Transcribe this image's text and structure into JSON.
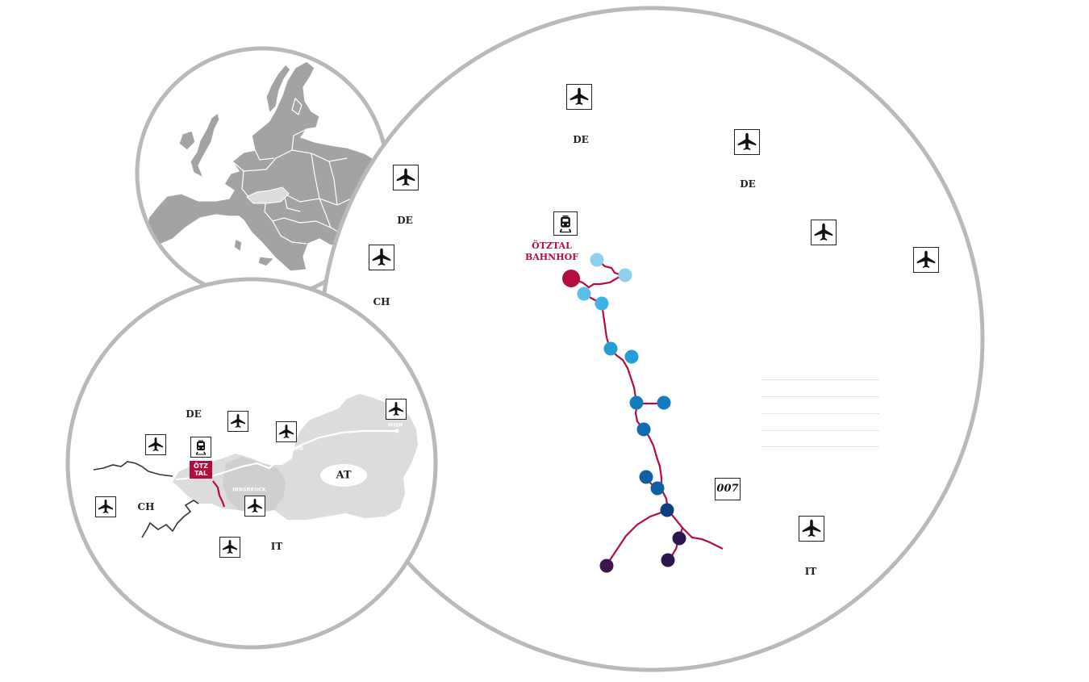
{
  "labels": {
    "large_de_top": "DE",
    "large_de_right": "DE",
    "large_de_left": "DE",
    "large_ch": "CH",
    "large_it": "IT",
    "station_line1": "ÖTZTAL",
    "station_line2": "BAHNHOF",
    "code_007": "007",
    "small_de": "DE",
    "small_ch": "CH",
    "small_it": "IT",
    "small_at": "AT",
    "badge_line1": "ÖTZ",
    "badge_line2": "TAL",
    "city_wien": "WIEN",
    "city_salzburg": "LZBURG",
    "city_innsbruck": "INNSBRUCK"
  },
  "icons": {
    "airport": "airplane-icon",
    "train": "train-icon"
  },
  "colors": {
    "route": "#b30d3f",
    "station": "#b30d3f",
    "circle_border": "#b9b9b9",
    "land": "#a3a3a3",
    "austria": "#dcdcdc",
    "stops": [
      "#8fd0ef",
      "#5bbfe8",
      "#239ed8",
      "#137bc0",
      "#0f5fa5",
      "#0d3f80",
      "#2c1652",
      "#3d1450"
    ]
  }
}
